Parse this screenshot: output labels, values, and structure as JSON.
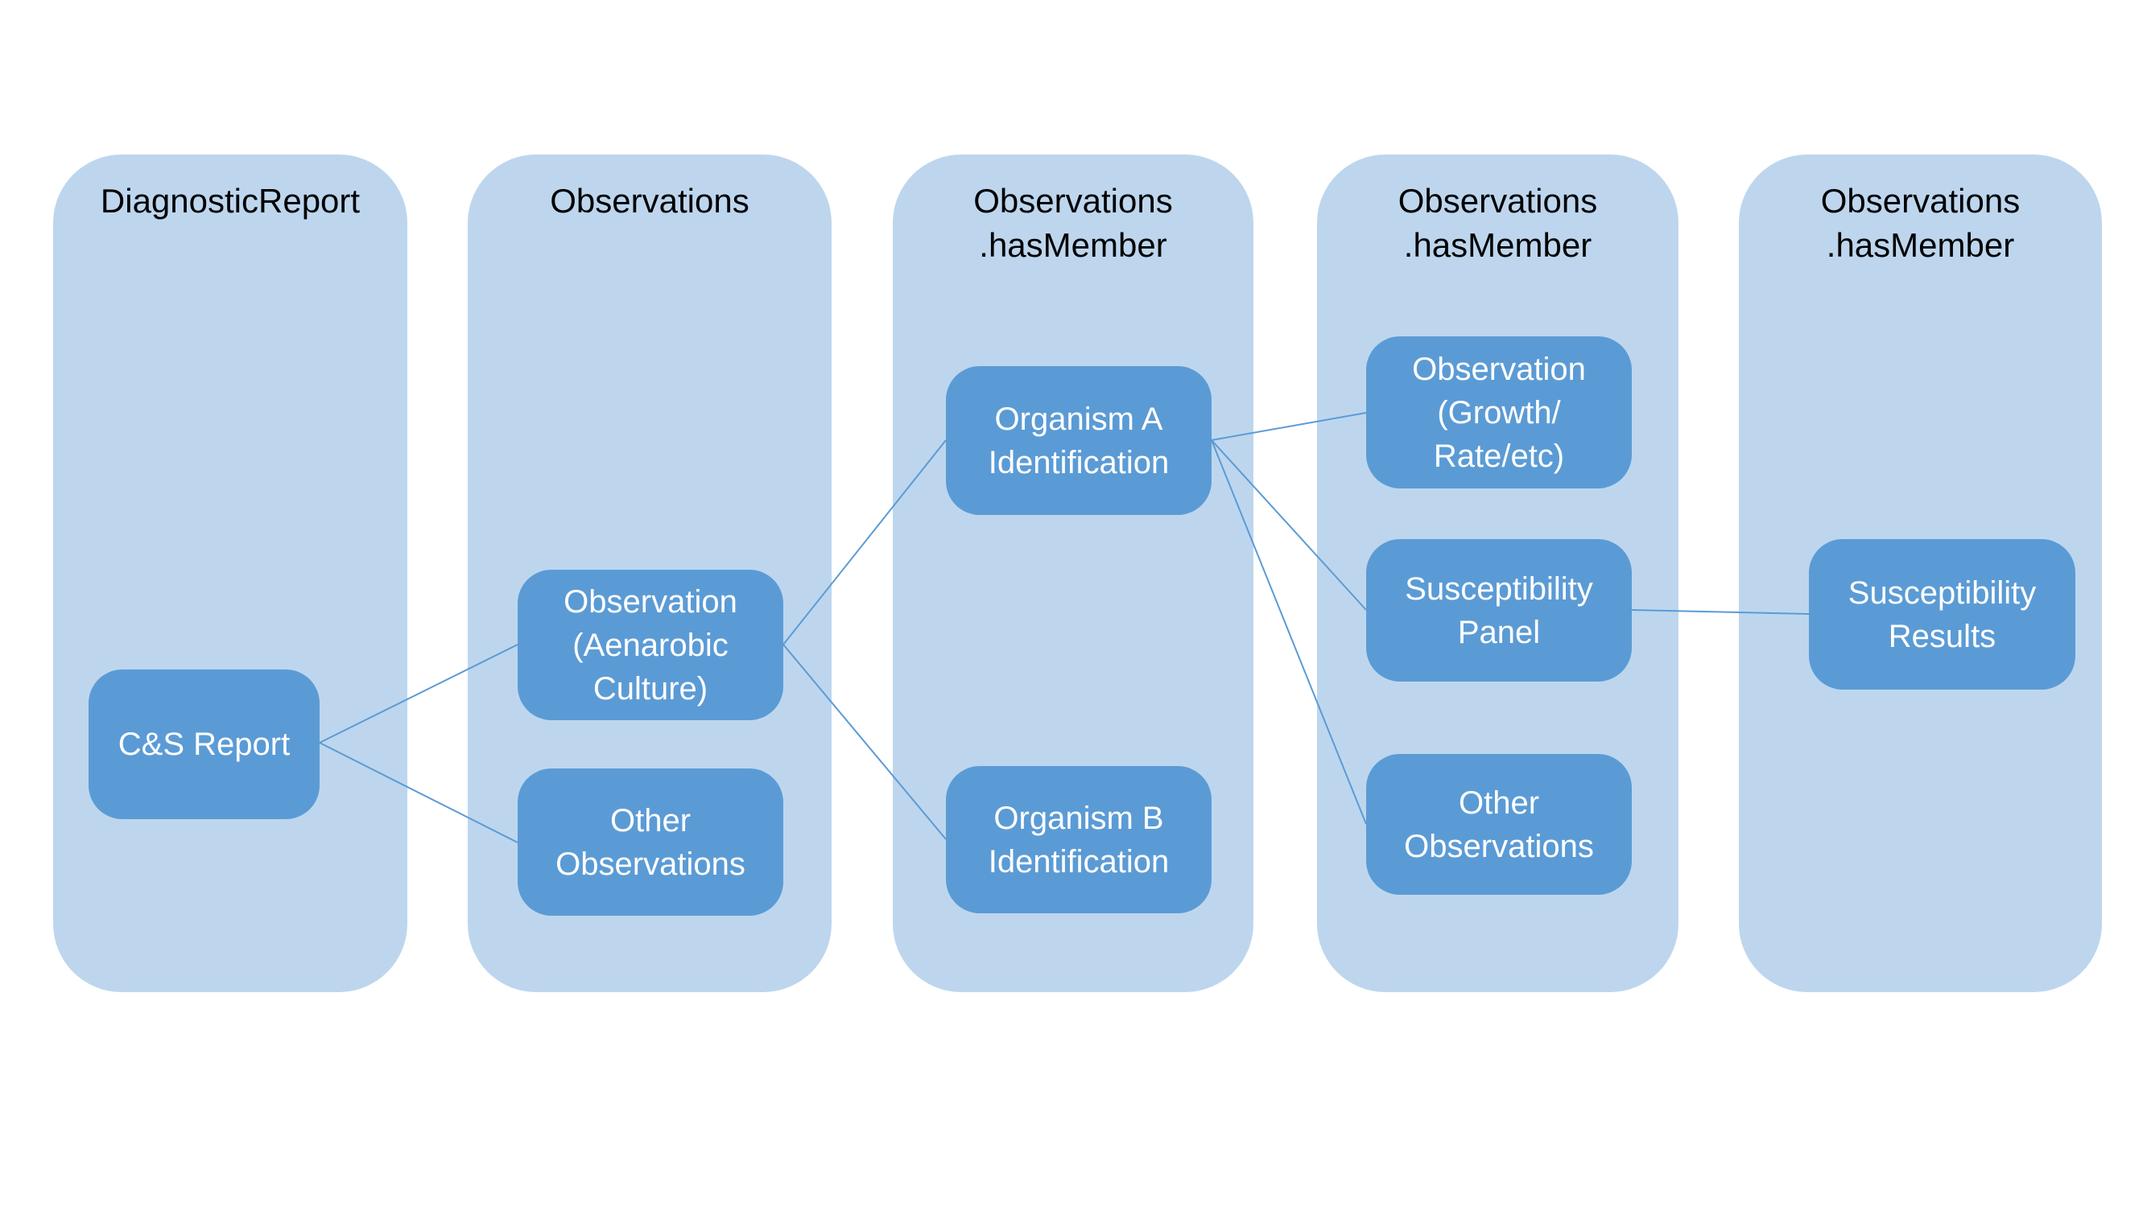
{
  "colors": {
    "background": "#FFFFFF",
    "column_fill": "#BDD6EE",
    "node_fill": "#5B9BD5",
    "node_text": "#FFFFFF",
    "title_text": "#000000",
    "connector": "#5B9BD5"
  },
  "columns": [
    {
      "title": "DiagnosticReport",
      "nodes": [
        {
          "label": "C&S Report"
        }
      ]
    },
    {
      "title": "Observations",
      "nodes": [
        {
          "label": "Observation\n(Aenarobic\nCulture)"
        },
        {
          "label": "Other\nObservations"
        }
      ]
    },
    {
      "title": "Observations\n.hasMember",
      "nodes": [
        {
          "label": "Organism A\nIdentification"
        },
        {
          "label": "Organism B\nIdentification"
        }
      ]
    },
    {
      "title": "Observations\n.hasMember",
      "nodes": [
        {
          "label": "Observation\n(Growth/\nRate/etc)"
        },
        {
          "label": "Susceptibility\nPanel"
        },
        {
          "label": "Other\nObservations"
        }
      ]
    },
    {
      "title": "Observations\n.hasMember",
      "nodes": [
        {
          "label": "Susceptibility\nResults"
        }
      ]
    }
  ],
  "connections": [
    {
      "from": "C&S Report",
      "to": "Observation (Aenarobic Culture)"
    },
    {
      "from": "C&S Report",
      "to": "Other Observations (Observations)"
    },
    {
      "from": "Observation (Aenarobic Culture)",
      "to": "Organism A Identification"
    },
    {
      "from": "Observation (Aenarobic Culture)",
      "to": "Organism B Identification"
    },
    {
      "from": "Organism A Identification",
      "to": "Observation (Growth/Rate/etc)"
    },
    {
      "from": "Organism A Identification",
      "to": "Susceptibility Panel"
    },
    {
      "from": "Organism A Identification",
      "to": "Other Observations (hasMember)"
    },
    {
      "from": "Susceptibility Panel",
      "to": "Susceptibility Results"
    }
  ]
}
